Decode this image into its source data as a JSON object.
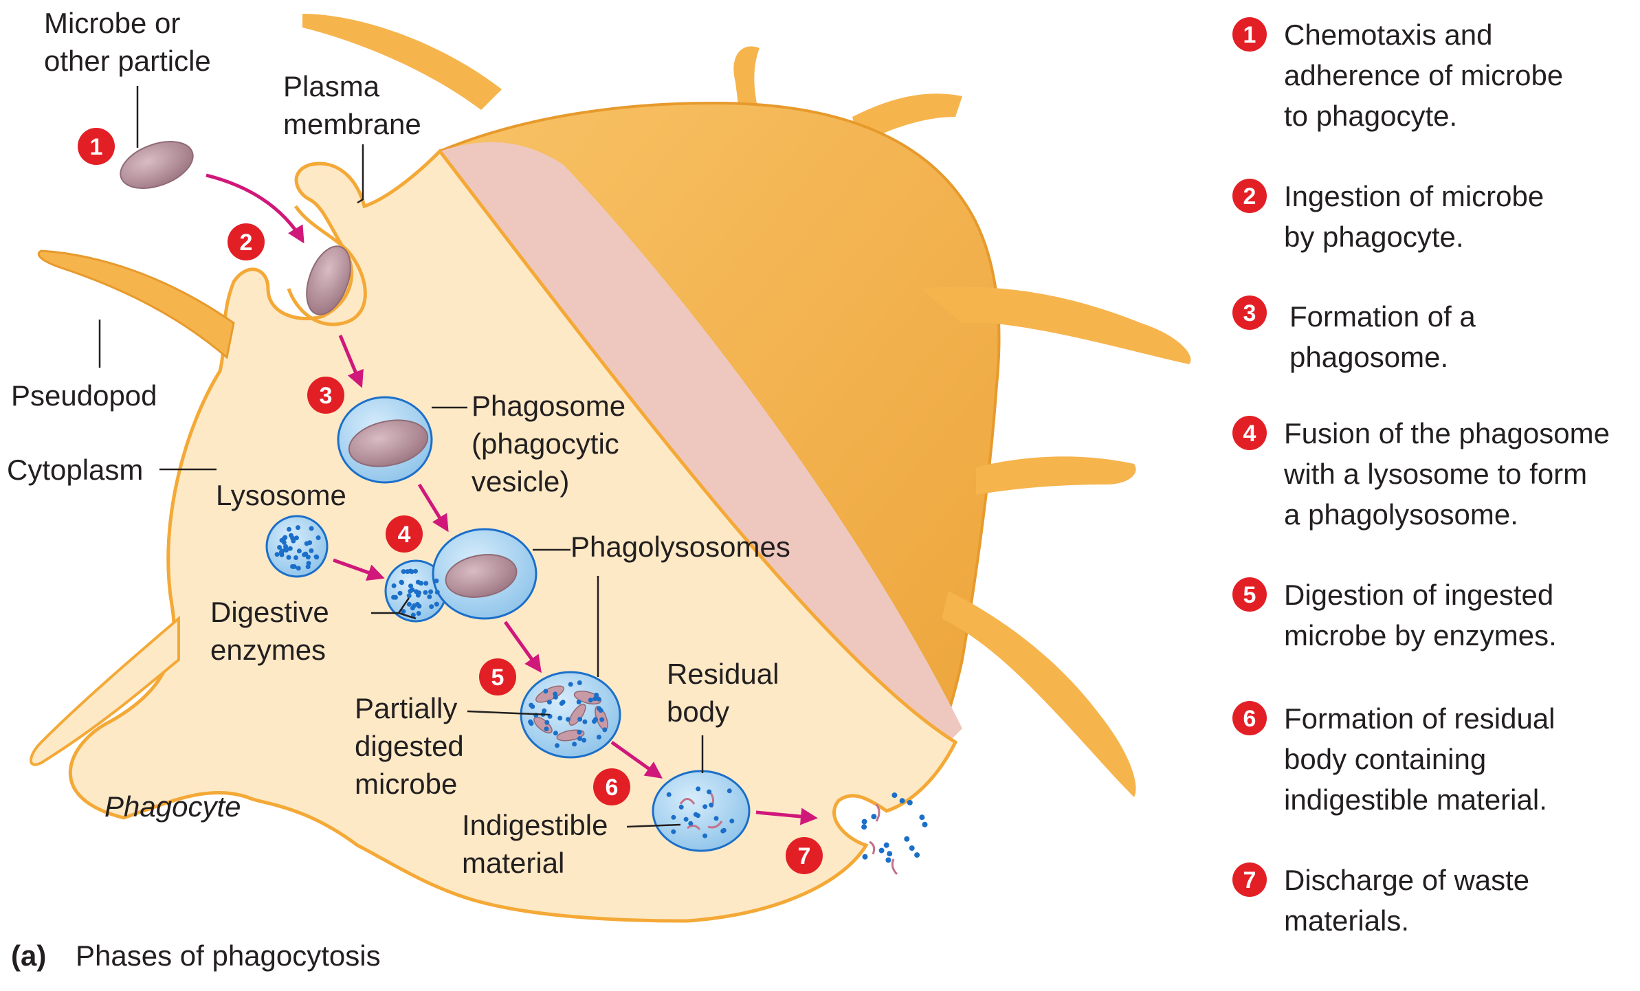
{
  "colors": {
    "cell_fill": "#fde9c6",
    "cell_outline": "#f4a937",
    "cell_body": "#f6b44c",
    "cut_face": "#eec8bf",
    "microbe": "#b48e99",
    "vesicle": "#a9d4f1",
    "enzyme_dots": "#1b6fc9",
    "arrow": "#d0177a",
    "step_badge": "#e31f26"
  },
  "labels": {
    "microbe": [
      "Microbe or",
      "other particle"
    ],
    "plasma_membrane": [
      "Plasma",
      "membrane"
    ],
    "pseudopod": "Pseudopod",
    "cytoplasm": "Cytoplasm",
    "lysosome": "Lysosome",
    "phagosome": [
      "Phagosome",
      "(phagocytic",
      "vesicle)"
    ],
    "phagolysosomes": "Phagolysosomes",
    "digestive_enzymes": [
      "Digestive",
      "enzymes"
    ],
    "partially_digested": [
      "Partially",
      "digested",
      "microbe"
    ],
    "residual_body": [
      "Residual",
      "body"
    ],
    "indigestible": [
      "Indigestible",
      "material"
    ],
    "phagocyte": "Phagocyte"
  },
  "step_badges": [
    "1",
    "2",
    "3",
    "4",
    "5",
    "6",
    "7"
  ],
  "caption": {
    "tag": "(a)",
    "text": "Phases of phagocytosis"
  },
  "steps": [
    {
      "num": "1",
      "lines": [
        "Chemotaxis and",
        "adherence of microbe",
        "to phagocyte."
      ]
    },
    {
      "num": "2",
      "lines": [
        "Ingestion of microbe",
        "by phagocyte."
      ]
    },
    {
      "num": "3",
      "lines": [
        "Formation of a",
        "phagosome."
      ]
    },
    {
      "num": "4",
      "lines": [
        "Fusion of the phagosome",
        "with a lysosome to form",
        "a phagolysosome."
      ]
    },
    {
      "num": "5",
      "lines": [
        "Digestion of ingested",
        "microbe by enzymes."
      ]
    },
    {
      "num": "6",
      "lines": [
        "Formation of residual",
        "body containing",
        "indigestible material."
      ]
    },
    {
      "num": "7",
      "lines": [
        "Discharge of waste",
        "materials."
      ]
    }
  ]
}
